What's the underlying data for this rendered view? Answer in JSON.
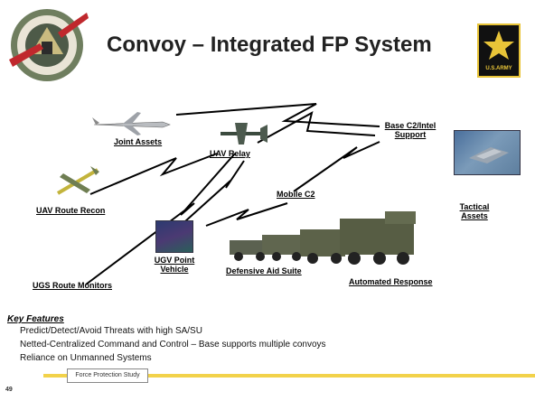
{
  "title": "Convoy – Integrated FP System",
  "logo_right_text": "U.S.ARMY",
  "labels": {
    "joint_assets": "Joint Assets",
    "uav_relay": "UAV Relay",
    "base_c2_line1": "Base C2/Intel",
    "base_c2_line2": "Support",
    "uav_route_recon": "UAV Route Recon",
    "mobile_c2": "Mobile C2",
    "tactical_line1": "Tactical",
    "tactical_line2": "Assets",
    "ugv_line1": "UGV Point",
    "ugv_line2": "Vehicle",
    "defensive_aid": "Defensive Aid Suite",
    "ugs_route": "UGS Route Monitors",
    "automated_response": "Automated Response"
  },
  "key_features": {
    "title": "Key Features",
    "items": [
      "Predict/Detect/Avoid Threats with high SA/SU",
      "Netted-Centralized Command and Control – Base supports multiple convoys",
      "Reliance on Unmanned Systems"
    ]
  },
  "footer": {
    "text": "Force Protection Study",
    "page": "49"
  },
  "colors": {
    "accent_yellow": "#f2d24a",
    "army_black": "#111111",
    "army_gold": "#e8c438"
  }
}
